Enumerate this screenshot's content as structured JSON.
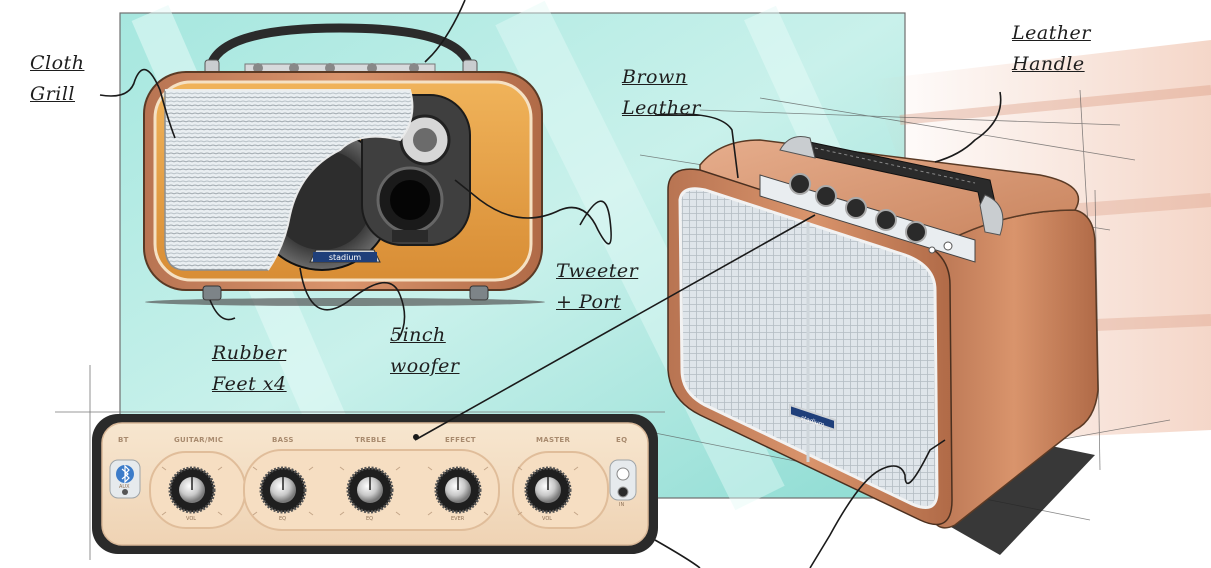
{
  "callouts": {
    "cloth_grill": [
      "Cloth",
      "Grill"
    ],
    "brown_leather": [
      "Brown",
      "Leather"
    ],
    "leather_handle": [
      "Leather",
      "Handle"
    ],
    "tweeter_port": [
      "Tweeter",
      "+ Port"
    ],
    "woofer": [
      "5inch",
      "woofer"
    ],
    "rubber_feet": [
      "Rubber",
      "Feet x4"
    ]
  },
  "brand": "stadium",
  "control_panel": {
    "labels": [
      "BT",
      "GUITAR/MIC",
      "BASS",
      "TREBLE",
      "EFFECT",
      "MASTER",
      "EQ"
    ],
    "knob_sublabels": [
      "VOL",
      "EQ",
      "EQ",
      "EVER",
      "VOL"
    ],
    "jack_labels": [
      "AUX",
      "IN"
    ]
  },
  "colors": {
    "backdrop_teal": "#9fe4dc",
    "leather_brown": "#c7855e",
    "wood_orange": "#e4a24c",
    "panel_cream": "#f3dcc0"
  },
  "icons": [
    "bluetooth-icon",
    "microphone-icon",
    "knob-icon",
    "jack-icon"
  ]
}
